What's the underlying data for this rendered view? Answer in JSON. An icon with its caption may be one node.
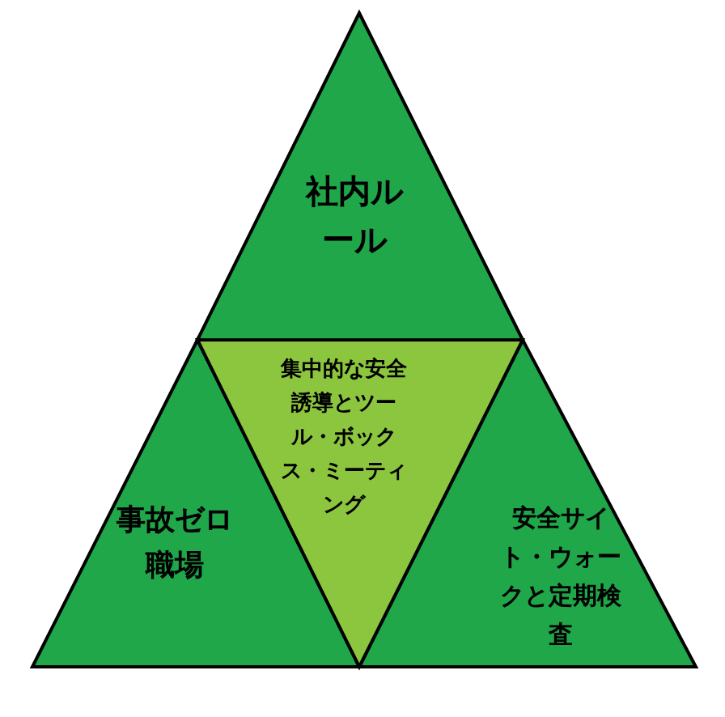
{
  "diagram": {
    "nodes": [
      {
        "text": [
          "社内ルール"
        ]
      },
      {
        "text": [
          "集中的な安全誘導とツール・ボックス・ミーティング"
        ]
      },
      {
        "text": [
          "事故ゼロ職場"
        ]
      },
      {
        "text": [
          "安全サイト・ウォークと定期検査"
        ]
      }
    ]
  }
}
